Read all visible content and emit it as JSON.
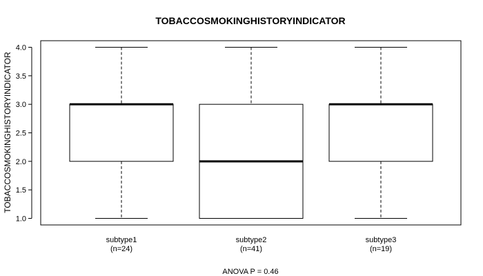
{
  "chart_data": {
    "type": "box",
    "title": "TOBACCOSMOKINGHISTORYINDICATOR",
    "xlabel": "",
    "ylabel": "TOBACCOSMOKINGHISTORYINDICATOR",
    "ylim": [
      1.0,
      4.0
    ],
    "yticks": [
      "1.0",
      "1.5",
      "2.0",
      "2.5",
      "3.0",
      "3.5",
      "4.0"
    ],
    "categories": [
      {
        "name": "subtype1",
        "n_label": "(n=24)",
        "min": 1.0,
        "q1": 2.0,
        "median": 3.0,
        "q3": 3.0,
        "max": 4.0
      },
      {
        "name": "subtype2",
        "n_label": "(n=41)",
        "min": 1.0,
        "q1": 1.0,
        "median": 2.0,
        "q3": 3.0,
        "max": 4.0
      },
      {
        "name": "subtype3",
        "n_label": "(n=19)",
        "min": 1.0,
        "q1": 2.0,
        "median": 3.0,
        "q3": 3.0,
        "max": 4.0
      }
    ],
    "grid": false,
    "annotation": "ANOVA P = 0.46"
  }
}
